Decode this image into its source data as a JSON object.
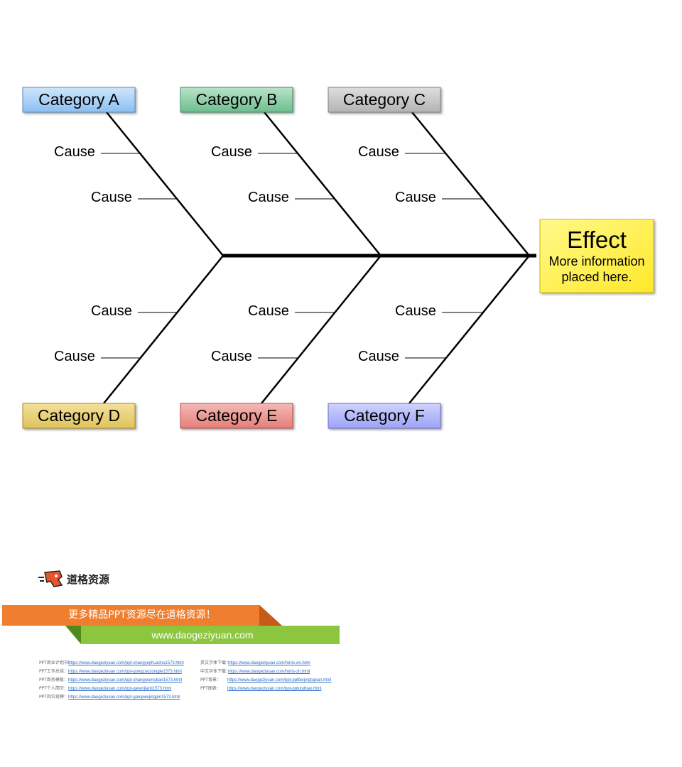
{
  "diagram": {
    "effect": {
      "title": "Effect",
      "line1": "More information",
      "line2": "placed here.",
      "color": "#fff200"
    },
    "categories": [
      {
        "id": "a",
        "label": "Category A",
        "color": "#9ccaf5"
      },
      {
        "id": "b",
        "label": "Category B",
        "color": "#7fc9a0"
      },
      {
        "id": "c",
        "label": "Category C",
        "color": "#c0c0c0"
      },
      {
        "id": "d",
        "label": "Category D",
        "color": "#e8cf6a"
      },
      {
        "id": "e",
        "label": "Category E",
        "color": "#ec8f8b"
      },
      {
        "id": "f",
        "label": "Category F",
        "color": "#aeb4fa"
      }
    ],
    "cause_label": "Cause"
  },
  "footer": {
    "logo_text": "道格资源",
    "banner_text": "更多精品PPT资源尽在道格资源！",
    "site": "www.daogeziyuan.com",
    "links_left": [
      {
        "label": "PPT商业计划书：",
        "url": "https://www.daogeziyuan.com/ppt-shangyejihuashu1573.html"
      },
      {
        "label": "PPT工作总结：",
        "url": "https://www.daogeziyuan.com/ppt-gongzuozongjie1573.html"
      },
      {
        "label": "PPT商务模板：",
        "url": "https://www.daogeziyuan.com/ppt-shangwumuban1573.html"
      },
      {
        "label": "PPT个人简历：",
        "url": "https://www.daogeziyuan.com/ppt-gerenjianli1573.html"
      },
      {
        "label": "PPT岗位竞聘：",
        "url": "https://www.daogeziyuan.com/ppt-gangweijingpin1573.html"
      }
    ],
    "links_right": [
      {
        "label": "英文字体下载：",
        "url": "https://www.daogeziyuan.com/fonts-en.html"
      },
      {
        "label": "中文字体下载：",
        "url": "https://www.daogeziyuan.com/fonts-zh.html"
      },
      {
        "label": "PPT背景：",
        "url": "https://www.daogeziyuan.com/ppt-pptbeijingtupian.html"
      },
      {
        "label": "PPT图表：",
        "url": "https://www.daogeziyuan.com/ppt-pptutubiao.html"
      }
    ]
  }
}
